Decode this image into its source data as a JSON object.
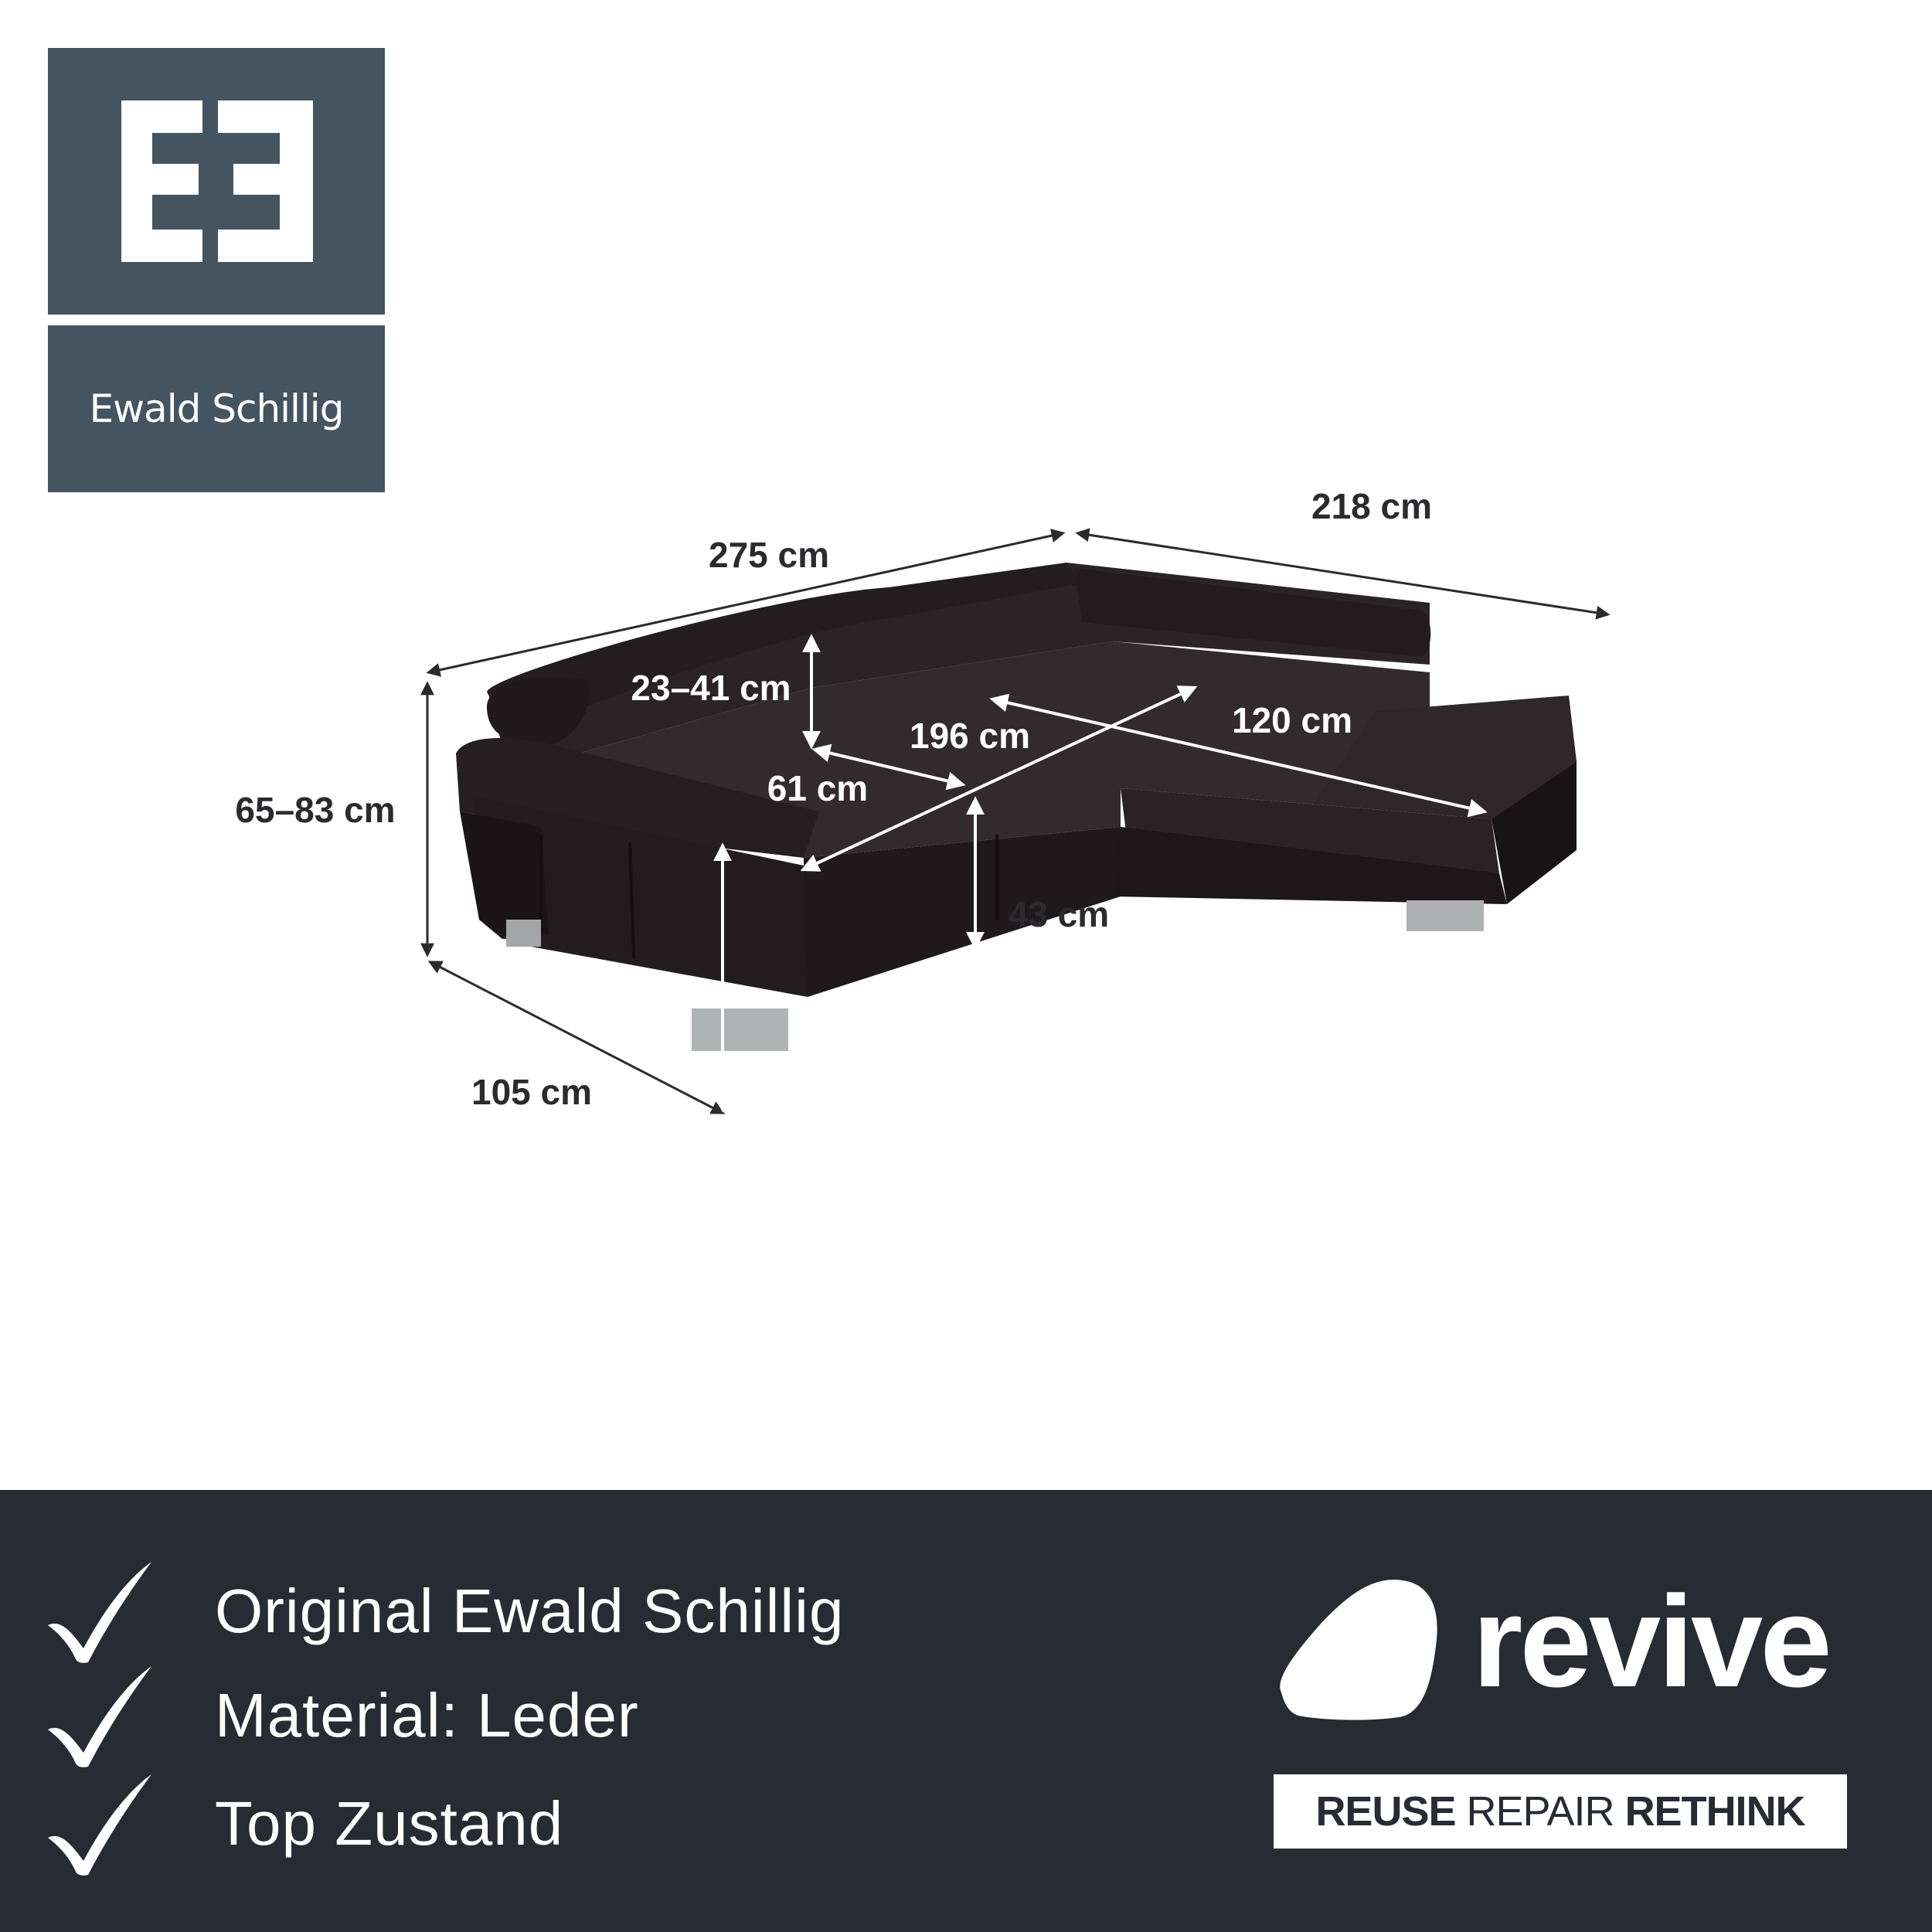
{
  "brand": {
    "name": "Ewald Schillig",
    "monogram": "E3",
    "color": "#455461"
  },
  "dimensions": {
    "width_long": "275 cm",
    "width_short": "218 cm",
    "height": "65–83 cm",
    "headrest": "23–41 cm",
    "seat_width": "196 cm",
    "recamiere_depth": "120 cm",
    "seat_depth": "61 cm",
    "seat_height": "43 cm",
    "depth": "105 cm"
  },
  "features": [
    {
      "label": "Original Ewald Schillig",
      "icon": "check-icon"
    },
    {
      "label": "Material: Leder",
      "icon": "check-icon"
    },
    {
      "label": "Top Zustand",
      "icon": "check-icon"
    }
  ],
  "revive": {
    "logo_text": "revive",
    "tagline_reuse": "REUSE",
    "tagline_repair": "REPAIR",
    "tagline_rethink": "RETHINK"
  },
  "colors": {
    "footer": "#282b33",
    "sofa": "#2a2224",
    "dimension_text": "#2b2b2f"
  }
}
